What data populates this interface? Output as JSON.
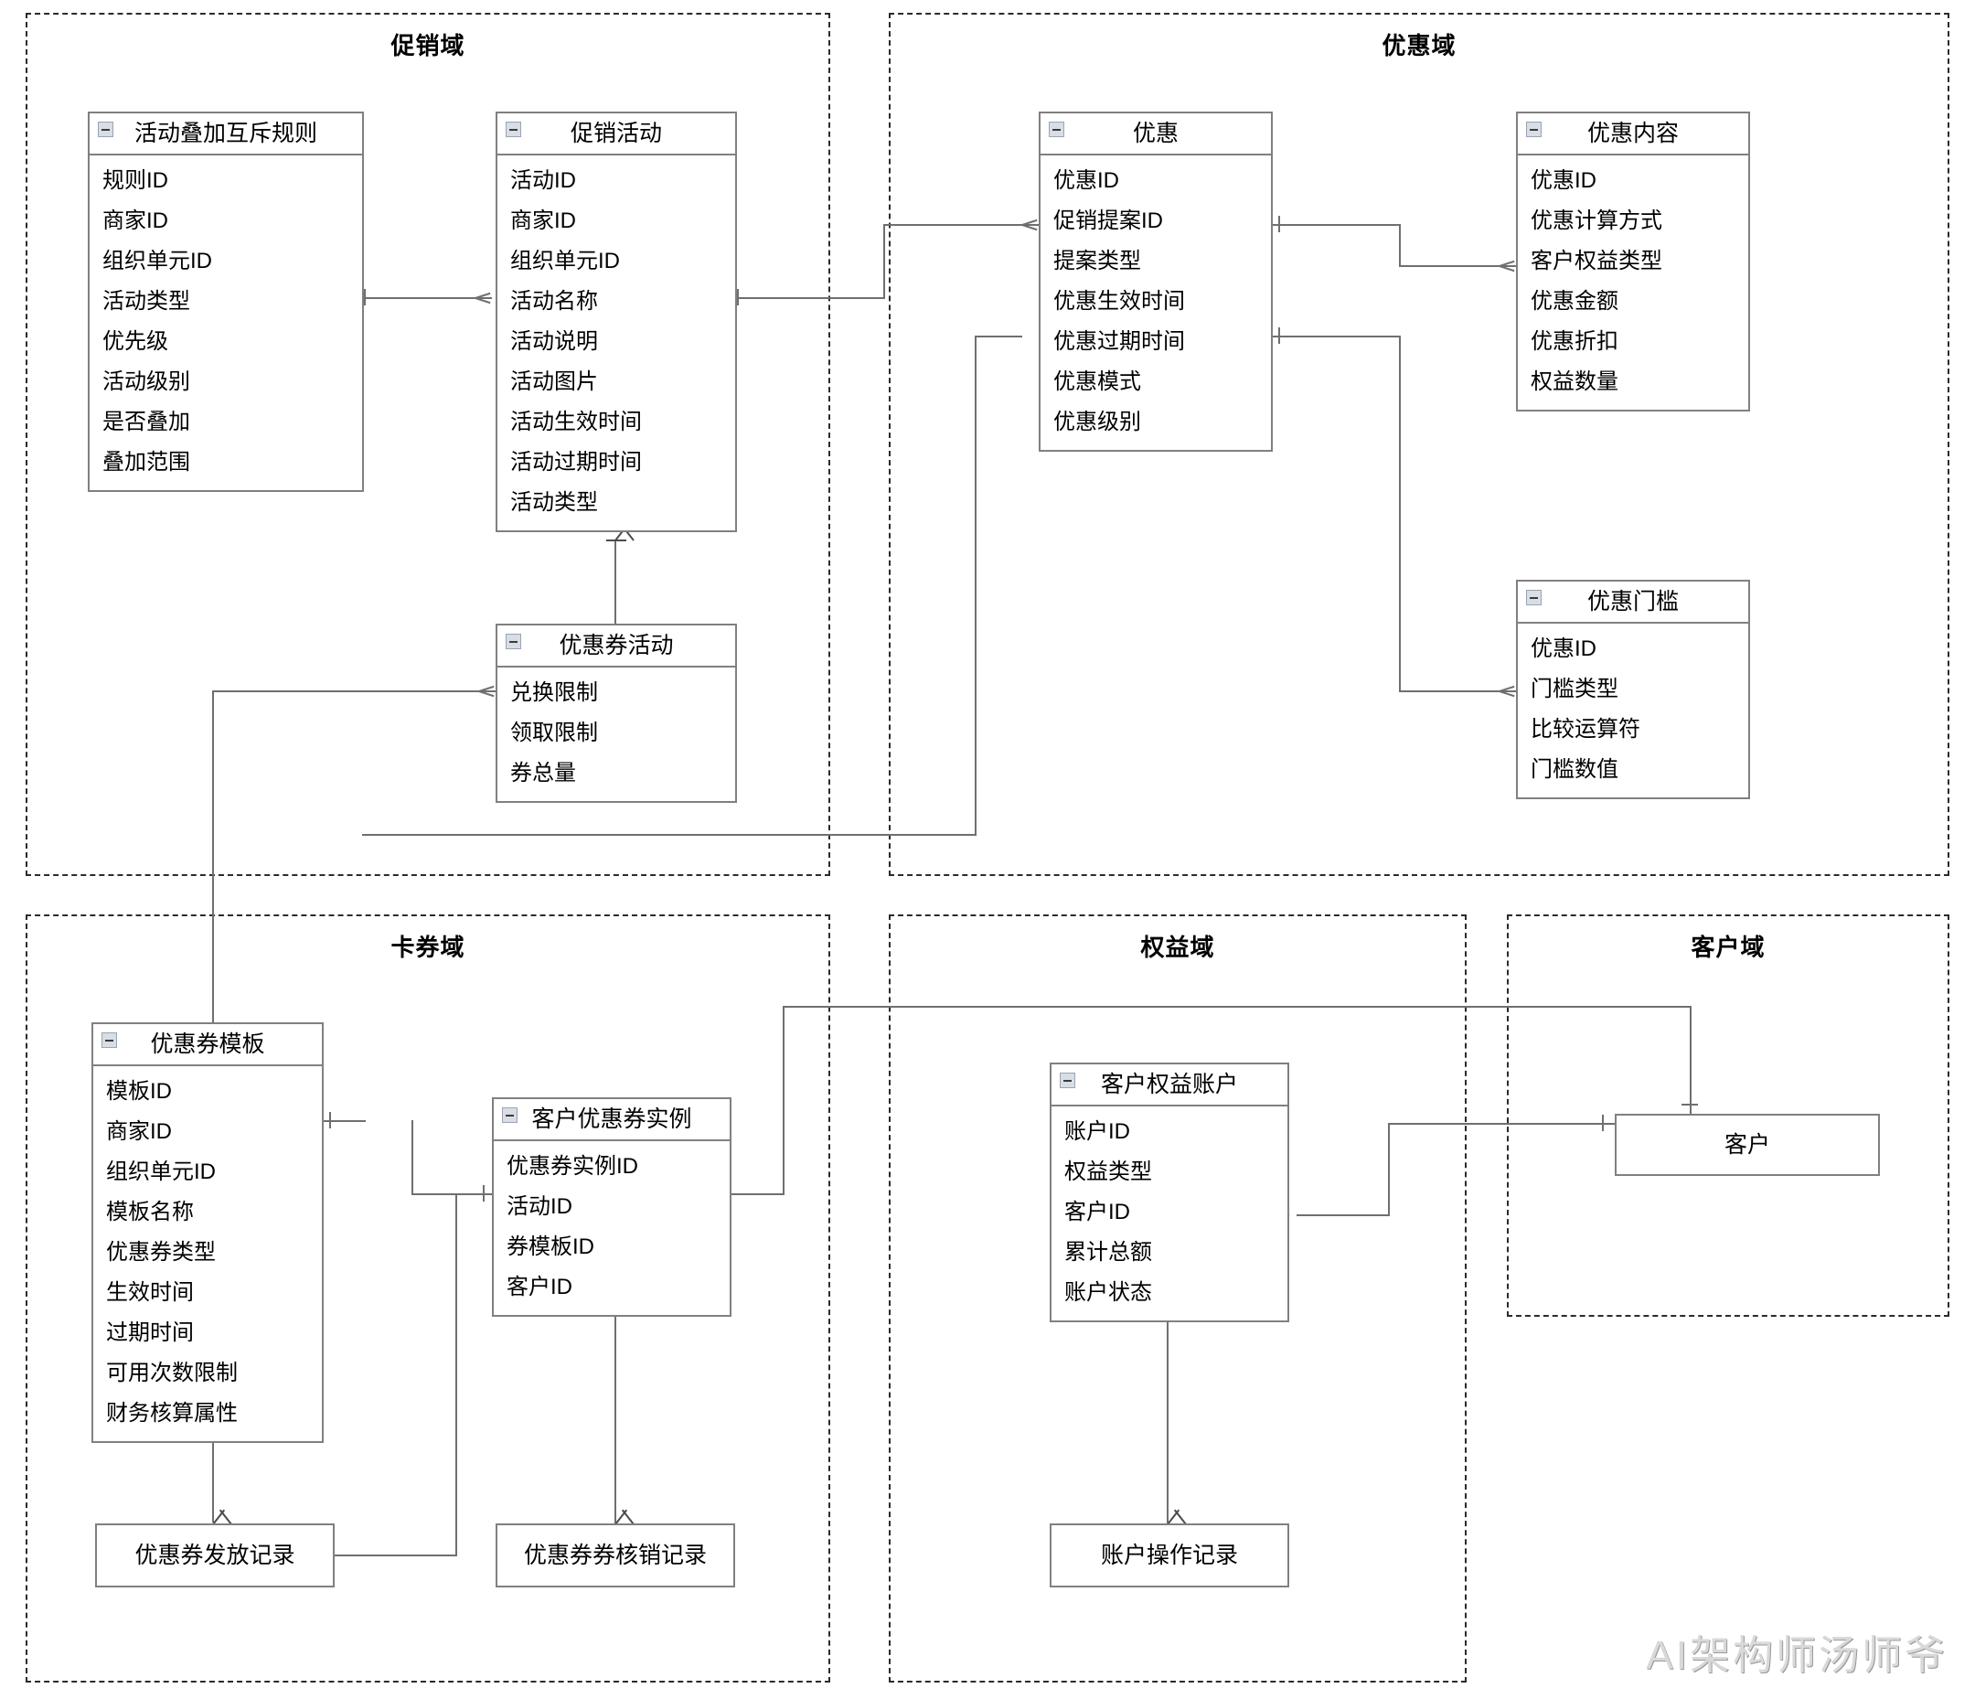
{
  "diagram": {
    "type": "er-diagram",
    "watermark": "AI架构师汤师爷",
    "domains": [
      {
        "id": "promotion",
        "title": "促销域"
      },
      {
        "id": "discount",
        "title": "优惠域"
      },
      {
        "id": "coupon",
        "title": "卡券域"
      },
      {
        "id": "rights",
        "title": "权益域"
      },
      {
        "id": "customer",
        "title": "客户域"
      }
    ],
    "entities": [
      {
        "id": "rule",
        "title": "活动叠加互斥规则",
        "domain": "promotion",
        "fields": [
          "规则ID",
          "商家ID",
          "组织单元ID",
          "活动类型",
          "优先级",
          "活动级别",
          "是否叠加",
          "叠加范围"
        ]
      },
      {
        "id": "promo_activity",
        "title": "促销活动",
        "domain": "promotion",
        "fields": [
          "活动ID",
          "商家ID",
          "组织单元ID",
          "活动名称",
          "活动说明",
          "活动图片",
          "活动生效时间",
          "活动过期时间",
          "活动类型"
        ]
      },
      {
        "id": "coupon_activity",
        "title": "优惠券活动",
        "domain": "promotion",
        "fields": [
          "兑换限制",
          "领取限制",
          "券总量"
        ]
      },
      {
        "id": "discount",
        "title": "优惠",
        "domain": "discount",
        "fields": [
          "优惠ID",
          "促销提案ID",
          "提案类型",
          "优惠生效时间",
          "优惠过期时间",
          "优惠模式",
          "优惠级别"
        ]
      },
      {
        "id": "discount_content",
        "title": "优惠内容",
        "domain": "discount",
        "fields": [
          "优惠ID",
          "优惠计算方式",
          "客户权益类型",
          "优惠金额",
          "优惠折扣",
          "权益数量"
        ]
      },
      {
        "id": "discount_threshold",
        "title": "优惠门槛",
        "domain": "discount",
        "fields": [
          "优惠ID",
          "门槛类型",
          "比较运算符",
          "门槛数值"
        ]
      },
      {
        "id": "coupon_template",
        "title": "优惠券模板",
        "domain": "coupon",
        "fields": [
          "模板ID",
          "商家ID",
          "组织单元ID",
          "模板名称",
          "优惠券类型",
          "生效时间",
          "过期时间",
          "可用次数限制",
          "财务核算属性"
        ]
      },
      {
        "id": "coupon_instance",
        "title": "客户优惠券实例",
        "domain": "coupon",
        "fields": [
          "优惠券实例ID",
          "活动ID",
          "券模板ID",
          "客户ID"
        ]
      },
      {
        "id": "coupon_issue_log",
        "title": "优惠券发放记录",
        "domain": "coupon",
        "fields": []
      },
      {
        "id": "coupon_redeem_log",
        "title": "优惠券券核销记录",
        "domain": "coupon",
        "fields": []
      },
      {
        "id": "rights_account",
        "title": "客户权益账户",
        "domain": "rights",
        "fields": [
          "账户ID",
          "权益类型",
          "客户ID",
          "累计总额",
          "账户状态"
        ]
      },
      {
        "id": "account_op_log",
        "title": "账户操作记录",
        "domain": "rights",
        "fields": []
      },
      {
        "id": "customer",
        "title": "客户",
        "domain": "customer",
        "fields": []
      }
    ],
    "relationships": [
      {
        "from": "rule",
        "to": "promo_activity",
        "from_card": "one",
        "to_card": "many"
      },
      {
        "from": "promo_activity",
        "to": "discount",
        "from_card": "one",
        "to_card": "many"
      },
      {
        "from": "discount",
        "to": "discount_content",
        "from_card": "one",
        "to_card": "many"
      },
      {
        "from": "discount",
        "to": "discount_threshold",
        "from_card": "one",
        "to_card": "many"
      },
      {
        "from": "coupon_activity",
        "to": "promo_activity",
        "from_card": "generalization",
        "to_card": "generalization"
      },
      {
        "from": "coupon_activity",
        "to": "discount",
        "from_card": "one",
        "to_card": "many"
      },
      {
        "from": "coupon_activity",
        "to": "coupon_template",
        "from_card": "one",
        "to_card": "many"
      },
      {
        "from": "coupon_template",
        "to": "coupon_instance",
        "from_card": "one",
        "to_card": "many"
      },
      {
        "from": "coupon_template",
        "to": "coupon_issue_log",
        "from_card": "one",
        "to_card": "many"
      },
      {
        "from": "coupon_instance",
        "to": "coupon_redeem_log",
        "from_card": "one",
        "to_card": "many"
      },
      {
        "from": "coupon_instance",
        "to": "coupon_issue_log",
        "from_card": "many",
        "to_card": "one"
      },
      {
        "from": "coupon_instance",
        "to": "customer",
        "from_card": "many",
        "to_card": "one"
      },
      {
        "from": "rights_account",
        "to": "customer",
        "from_card": "many",
        "to_card": "one"
      },
      {
        "from": "rights_account",
        "to": "account_op_log",
        "from_card": "one",
        "to_card": "many"
      }
    ]
  }
}
